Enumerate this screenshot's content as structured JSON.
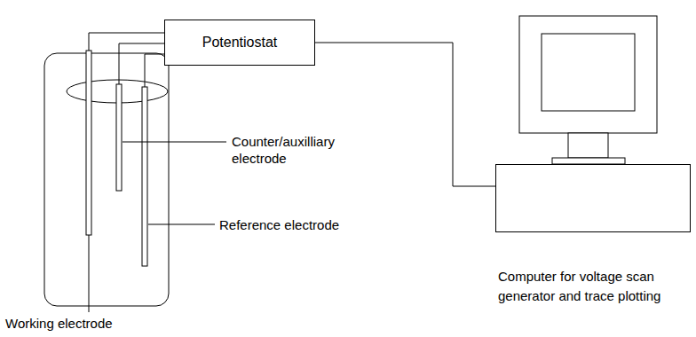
{
  "diagram": {
    "nodes": [
      {
        "text": [
          "Potentiostat"
        ]
      },
      {
        "text": [
          "Computer for voltage scan generator and trace plotting"
        ]
      }
    ],
    "edges": [
      {
        "from": 0,
        "to": 1,
        "arrow": "none"
      }
    ],
    "labels": [
      "Counter/auxilliary electrode",
      "Reference electrode",
      "Working electrode"
    ]
  }
}
